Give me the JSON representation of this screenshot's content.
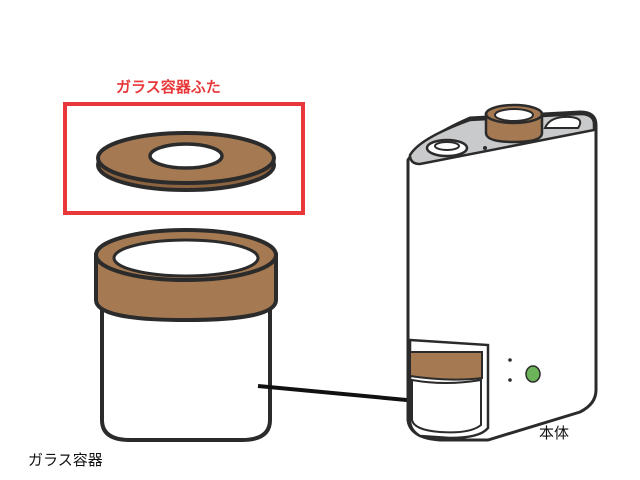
{
  "labels": {
    "lid": "ガラス容器ふた",
    "jar": "ガラス容器",
    "body": "本体"
  },
  "colors": {
    "highlight": "#e8383a",
    "wood": "#a57a52",
    "button": "#6db35a",
    "top_panel": "#c9cacb",
    "outline": "#2b2b2b"
  }
}
